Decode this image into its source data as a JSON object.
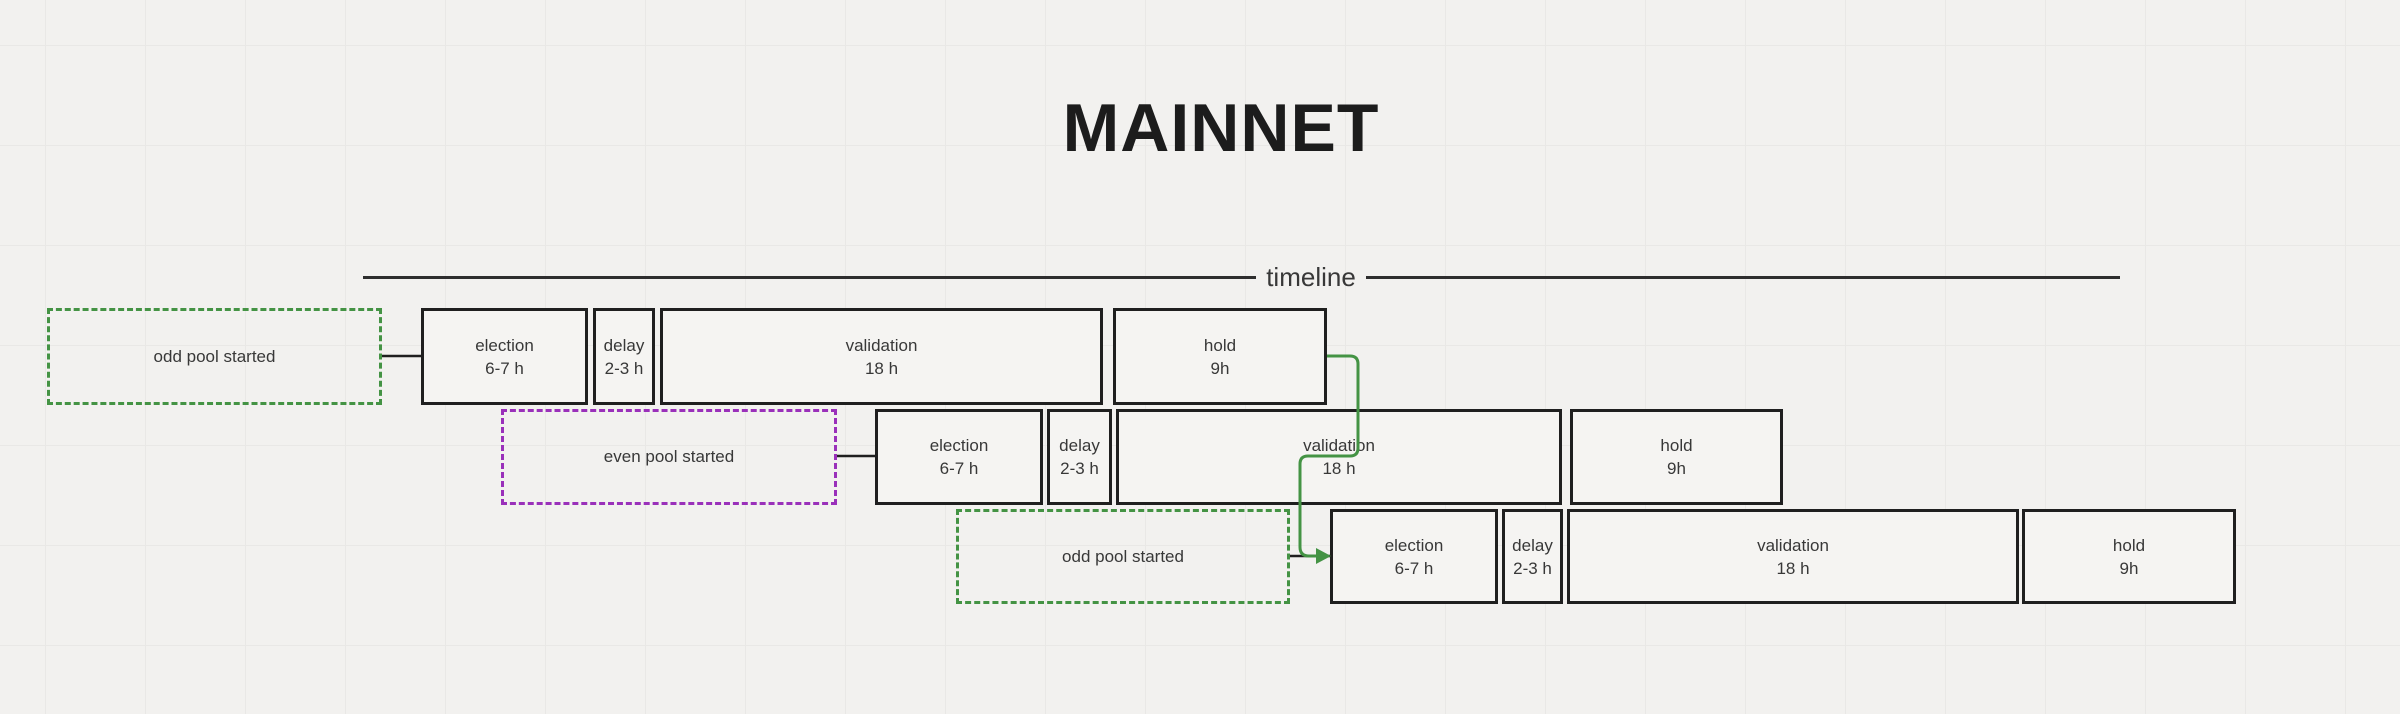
{
  "title": "MAINNET",
  "timeline": {
    "label": "timeline"
  },
  "colors": {
    "odd_pool_accent": "#449344",
    "even_pool_accent": "#9a30ba",
    "stroke": "#1f1f1f"
  },
  "rows": [
    {
      "trigger": {
        "label": "odd pool started",
        "color": "green"
      },
      "phases": [
        {
          "label": "election",
          "duration": "6-7 h"
        },
        {
          "label": "delay",
          "duration": "2-3 h"
        },
        {
          "label": "validation",
          "duration": "18 h"
        },
        {
          "label": "hold",
          "duration": "9h"
        }
      ]
    },
    {
      "trigger": {
        "label": "even pool started",
        "color": "purple"
      },
      "phases": [
        {
          "label": "election",
          "duration": "6-7 h"
        },
        {
          "label": "delay",
          "duration": "2-3 h"
        },
        {
          "label": "validation",
          "duration": "18 h"
        },
        {
          "label": "hold",
          "duration": "9h"
        }
      ]
    },
    {
      "trigger": {
        "label": "odd pool started",
        "color": "green"
      },
      "phases": [
        {
          "label": "election",
          "duration": "6-7 h"
        },
        {
          "label": "delay",
          "duration": "2-3 h"
        },
        {
          "label": "validation",
          "duration": "18 h"
        },
        {
          "label": "hold",
          "duration": "9h"
        }
      ]
    }
  ]
}
